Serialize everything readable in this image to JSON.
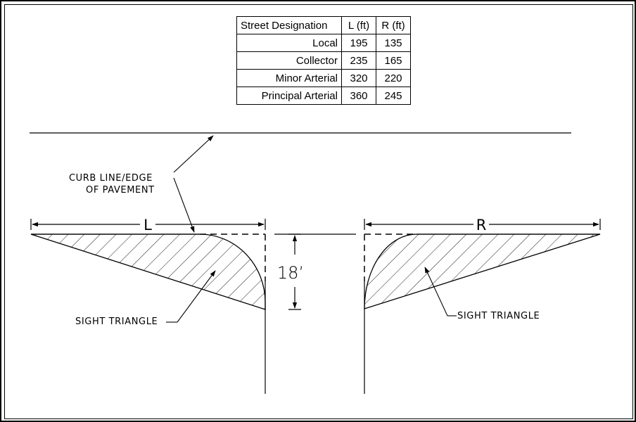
{
  "table": {
    "headers": [
      "Street Designation",
      "L (ft)",
      "R (ft)"
    ],
    "rows": [
      {
        "street": "Local",
        "l": "195",
        "r": "135"
      },
      {
        "street": "Collector",
        "l": "235",
        "r": "165"
      },
      {
        "street": "Minor Arterial",
        "l": "320",
        "r": "220"
      },
      {
        "street": "Principal Arterial",
        "l": "360",
        "r": "245"
      }
    ]
  },
  "labels": {
    "curb_line_1": "CURB LINE/EDGE",
    "curb_line_2": "OF PAVEMENT",
    "sight_triangle_left": "SIGHT TRIANGLE",
    "sight_triangle_right": "SIGHT TRIANGLE",
    "dim_left": "L",
    "dim_right": "R",
    "setback": "18’"
  }
}
